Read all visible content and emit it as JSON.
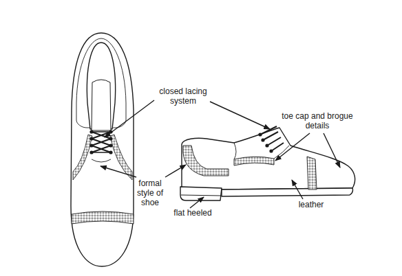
{
  "diagram": {
    "labels": [
      "closed lacing system",
      "toe cap and brogue details",
      "formal style of shoe",
      "flat heeled",
      "leather"
    ]
  }
}
